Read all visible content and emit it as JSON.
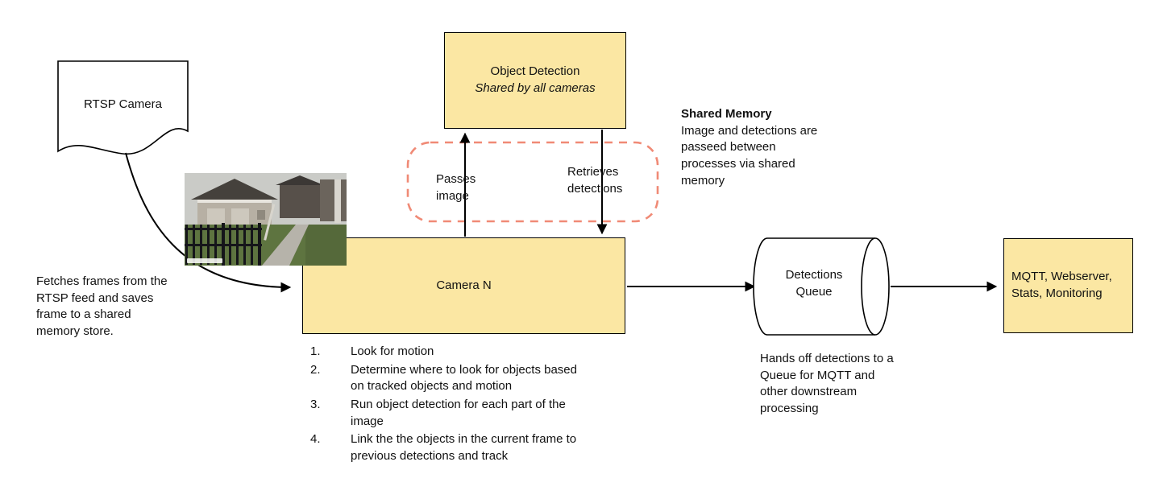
{
  "nodes": {
    "rtsp_camera": {
      "label": "RTSP Camera"
    },
    "object_detection": {
      "title": "Object Detection",
      "subtitle": "Shared by all cameras"
    },
    "camera_n": {
      "label": "Camera N"
    },
    "detections_queue": {
      "label": "Detections Queue"
    },
    "outputs": {
      "label": "MQTT, Webserver, Stats, Monitoring"
    }
  },
  "edge_labels": {
    "passes_image": "Passes image",
    "retrieves_detections": "Retrieves detections"
  },
  "notes": {
    "shared_memory_title": "Shared Memory",
    "shared_memory_body": "Image and detections are passeed between processes via shared memory",
    "fetch_frames": "Fetches frames from the RTSP feed and saves frame to a shared memory store.",
    "camera_steps": [
      "Look for motion",
      "Determine where to look for objects based on tracked objects and motion",
      "Run object detection for each part of the image",
      "Link the the objects in the current frame to previous detections and track"
    ],
    "hands_off": "Hands off detections to a Queue for MQTT and other downstream processing"
  },
  "colors": {
    "node_fill": "#fbe7a3",
    "node_border": "#000000",
    "shared_memory_outline": "#f08a76",
    "arrow": "#000000",
    "background": "#ffffff"
  }
}
